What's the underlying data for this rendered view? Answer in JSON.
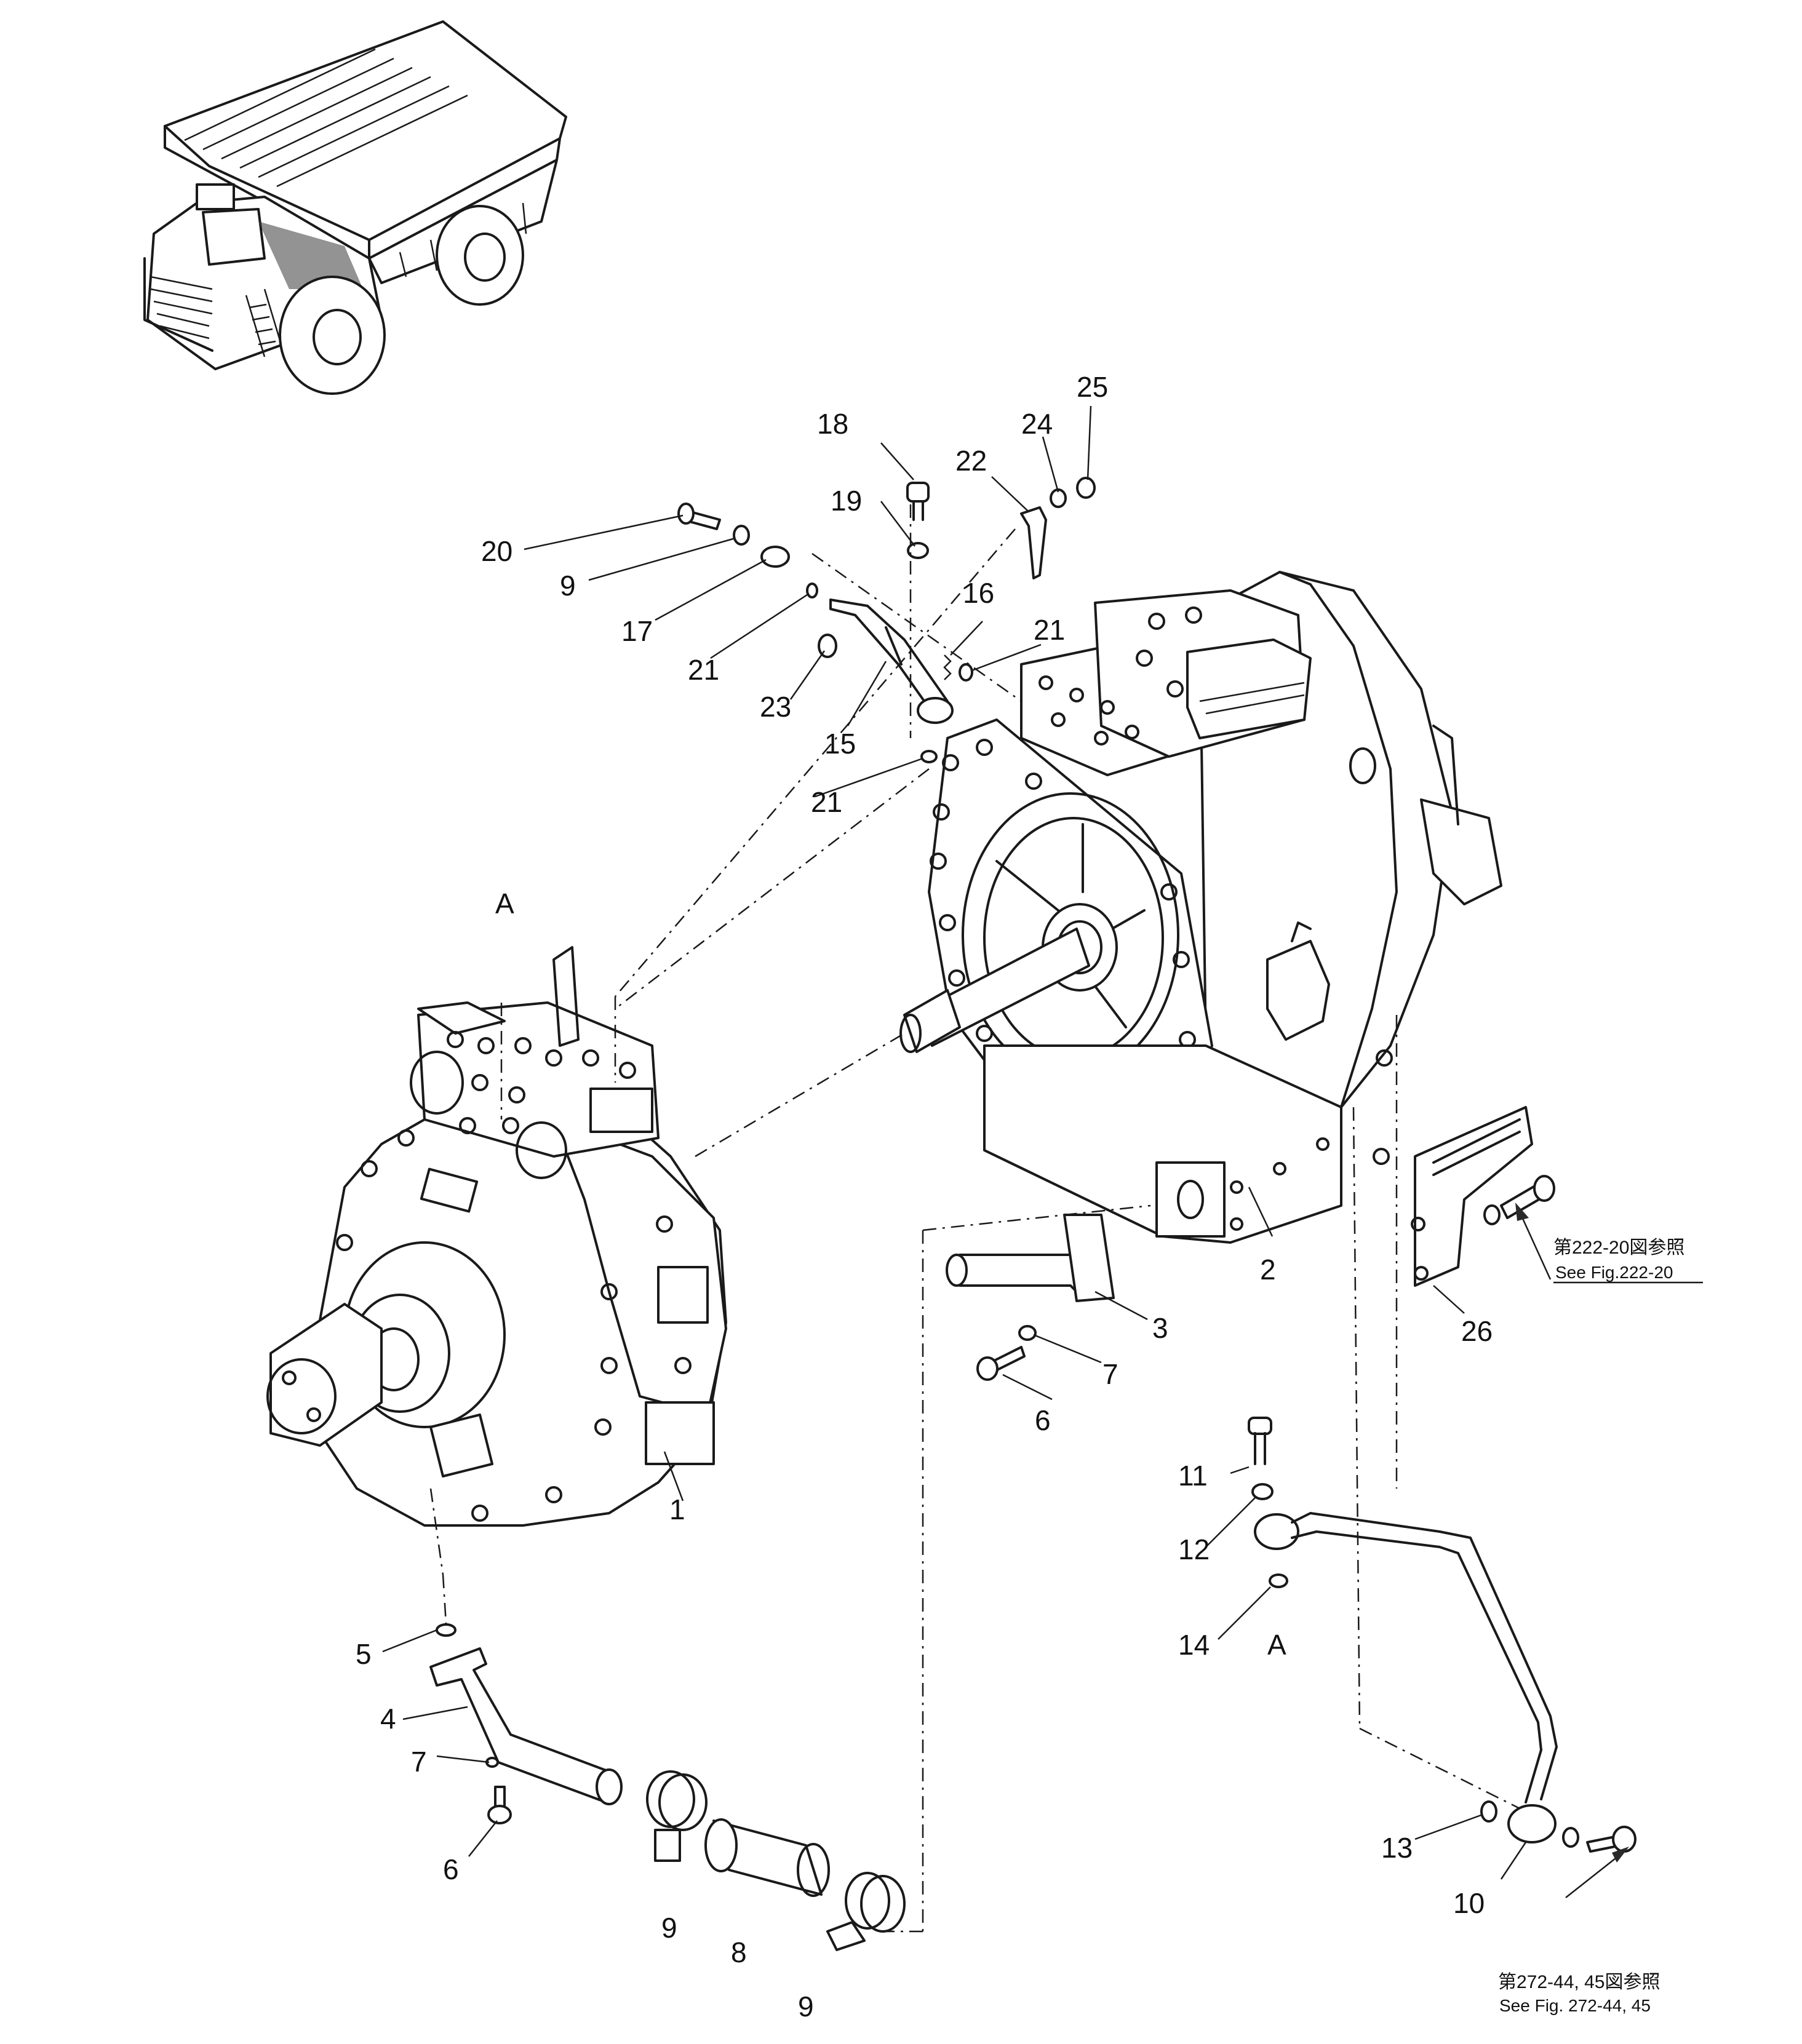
{
  "diagram": {
    "part_numbers": {
      "p1": "1",
      "p2": "2",
      "p3": "3",
      "p4": "4",
      "p5": "5",
      "p6a": "6",
      "p6b": "6",
      "p7a": "7",
      "p7b": "7",
      "p8": "8",
      "p9a": "9",
      "p9b": "9",
      "p9c": "9",
      "p10": "10",
      "p11": "11",
      "p12": "12",
      "p13": "13",
      "p14": "14",
      "p15": "15",
      "p16": "16",
      "p17": "17",
      "p18": "18",
      "p19": "19",
      "p20": "20",
      "p21a": "21",
      "p21b": "21",
      "p21c": "21",
      "p22": "22",
      "p23": "23",
      "p24": "24",
      "p25": "25",
      "p26": "26"
    },
    "point_labels": {
      "a_top": "A",
      "a_bottom": "A"
    },
    "references": {
      "fig222_jp": "第222-20図参照",
      "fig222_en": "See Fig.222-20",
      "fig272_jp": "第272-44, 45図参照",
      "fig272_en": "See Fig. 272-44, 45"
    }
  }
}
